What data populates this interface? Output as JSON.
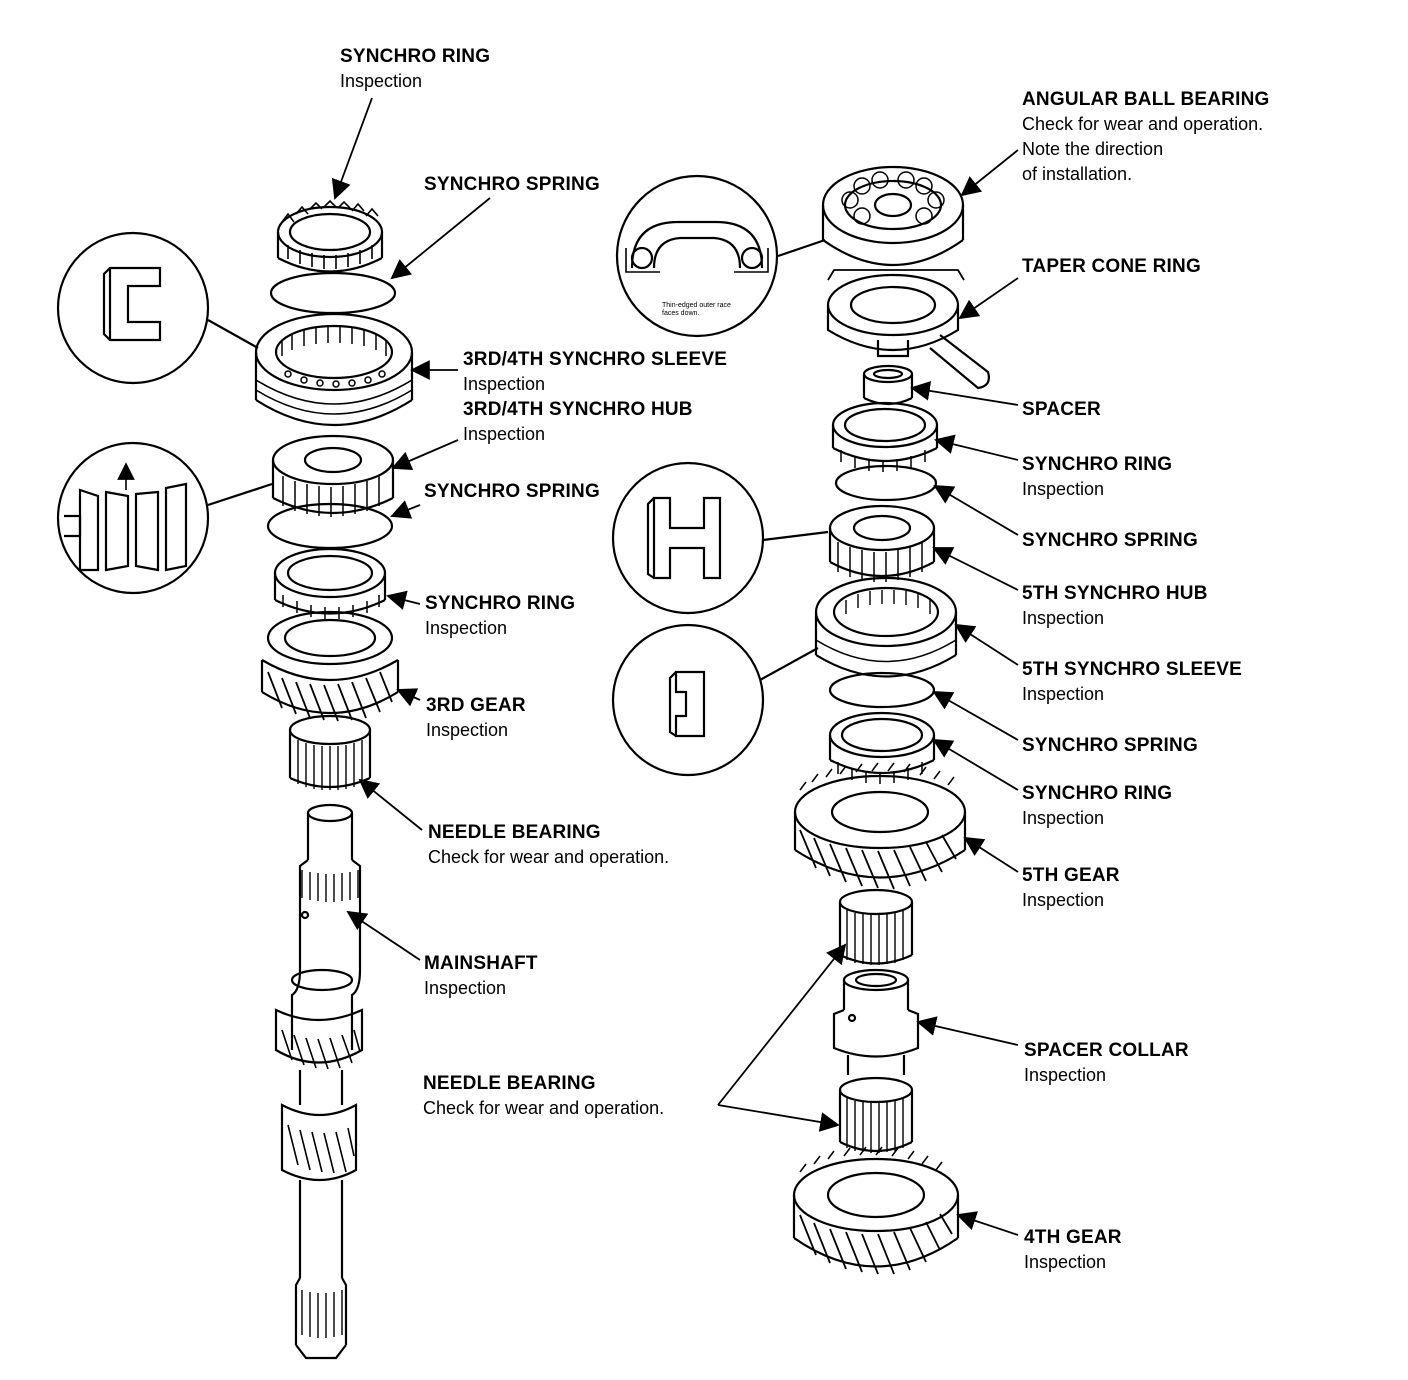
{
  "left_labels": [
    {
      "title": "SYNCHRO RING",
      "sub": "Inspection"
    },
    {
      "title": "SYNCHRO SPRING",
      "sub": ""
    },
    {
      "title": "3RD/4TH SYNCHRO SLEEVE",
      "sub": "Inspection"
    },
    {
      "title": "3RD/4TH SYNCHRO HUB",
      "sub": "Inspection"
    },
    {
      "title": "SYNCHRO SPRING",
      "sub": ""
    },
    {
      "title": "SYNCHRO RING",
      "sub": "Inspection"
    },
    {
      "title": "3RD GEAR",
      "sub": "Inspection"
    },
    {
      "title": "NEEDLE BEARING",
      "sub": "Check for wear and operation."
    },
    {
      "title": "MAINSHAFT",
      "sub": "Inspection"
    },
    {
      "title": "NEEDLE BEARING",
      "sub": "Check for wear and operation."
    }
  ],
  "right_labels": [
    {
      "title": "ANGULAR BALL BEARING",
      "sub": "Check for wear and operation.",
      "sub2": "Note the direction",
      "sub3": "of installation."
    },
    {
      "title": "TAPER CONE RING",
      "sub": ""
    },
    {
      "title": "SPACER",
      "sub": ""
    },
    {
      "title": "SYNCHRO RING",
      "sub": "Inspection"
    },
    {
      "title": "SYNCHRO SPRING",
      "sub": ""
    },
    {
      "title": "5TH SYNCHRO HUB",
      "sub": "Inspection"
    },
    {
      "title": "5TH SYNCHRO SLEEVE",
      "sub": "Inspection"
    },
    {
      "title": "SYNCHRO SPRING",
      "sub": ""
    },
    {
      "title": "SYNCHRO RING",
      "sub": "Inspection"
    },
    {
      "title": "5TH GEAR",
      "sub": "Inspection"
    },
    {
      "title": "SPACER COLLAR",
      "sub": "Inspection"
    },
    {
      "title": "4TH GEAR",
      "sub": "Inspection"
    }
  ],
  "bearing_detail": {
    "line1": "Thin-edged outer race",
    "line2": "faces down."
  },
  "colors": {
    "ink": "#000000",
    "paper": "#ffffff"
  }
}
